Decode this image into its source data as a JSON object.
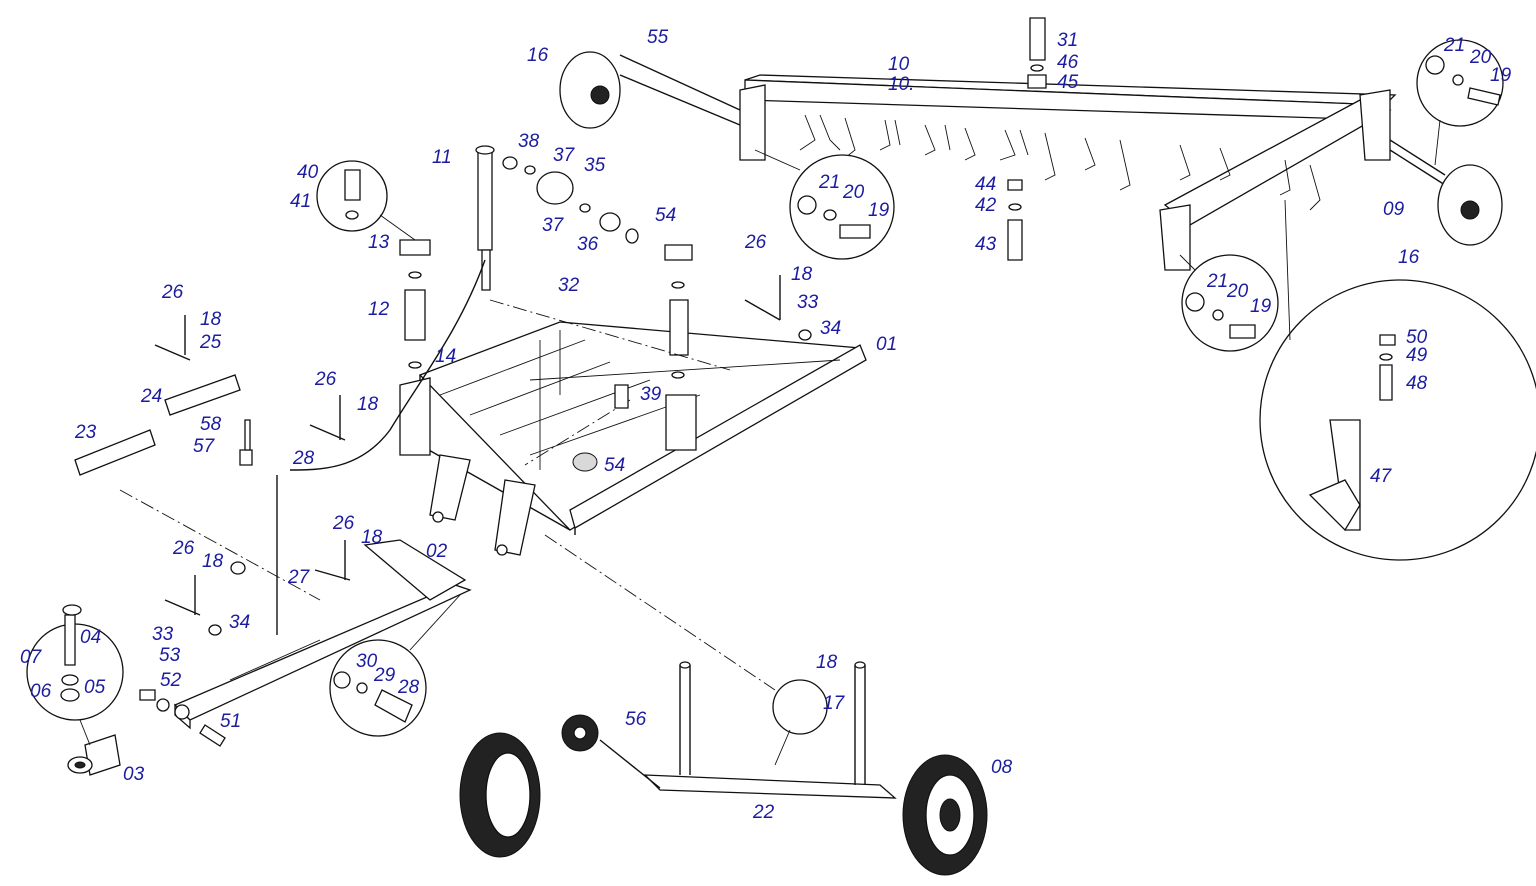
{
  "labels": {
    "l01": "01",
    "l02": "02",
    "l03": "03",
    "l04": "04",
    "l05": "05",
    "l06": "06",
    "l07": "07",
    "l08": "08",
    "l09": "09",
    "l10": "10",
    "l10b": "10.",
    "l11": "11",
    "l12": "12",
    "l13": "13",
    "l14": "14",
    "l16a": "16",
    "l16b": "16",
    "l17": "17",
    "l18a": "18",
    "l18b": "18",
    "l18c": "18",
    "l18d": "18",
    "l18e": "18",
    "l18f": "18",
    "l19a": "19",
    "l19b": "19",
    "l19c": "19",
    "l20a": "20",
    "l20b": "20",
    "l20c": "20",
    "l21a": "21",
    "l21b": "21",
    "l21c": "21",
    "l22": "22",
    "l23": "23",
    "l24": "24",
    "l25": "25",
    "l26a": "26",
    "l26b": "26",
    "l26c": "26",
    "l26d": "26",
    "l26e": "26",
    "l27": "27",
    "l28a": "28",
    "l28b": "28",
    "l29": "29",
    "l30": "30",
    "l31": "31",
    "l32": "32",
    "l33a": "33",
    "l33b": "33",
    "l34a": "34",
    "l34b": "34",
    "l35": "35",
    "l36": "36",
    "l37a": "37",
    "l37b": "37",
    "l38": "38",
    "l39": "39",
    "l40": "40",
    "l41": "41",
    "l42": "42",
    "l43": "43",
    "l44": "44",
    "l45": "45",
    "l46": "46",
    "l47": "47",
    "l48": "48",
    "l49": "49",
    "l50": "50",
    "l51": "51",
    "l52": "52",
    "l53": "53",
    "l54a": "54",
    "l54b": "54",
    "l55": "55",
    "l56": "56",
    "l57": "57",
    "l58": "58"
  },
  "colors": {
    "label": "#1c1ca0",
    "line": "#111111",
    "background": "#ffffff"
  }
}
